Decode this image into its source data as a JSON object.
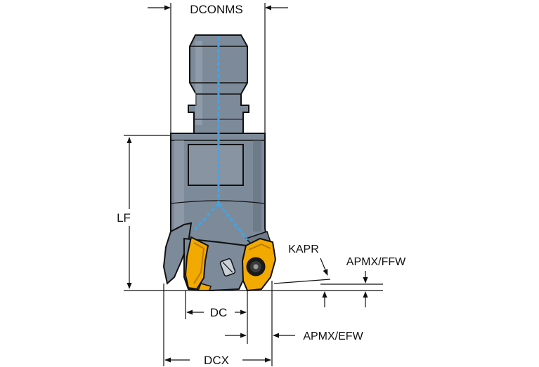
{
  "labels": {
    "dconms": "DCONMS",
    "lf": "LF",
    "kapr": "KAPR",
    "apmx_ffw": "APMX/FFW",
    "dc": "DC",
    "apmx_efw": "APMX/EFW",
    "dcx": "DCX"
  },
  "colors": {
    "body": "#7d8a99",
    "body_light": "#9aa6b3",
    "body_dark": "#5d6876",
    "coolant": "#3ea6e8",
    "insert": "#f2a900",
    "insert_dark": "#b87c00",
    "screw": "#1a1a1a",
    "dimension_line": "#111111",
    "background": "#ffffff"
  }
}
